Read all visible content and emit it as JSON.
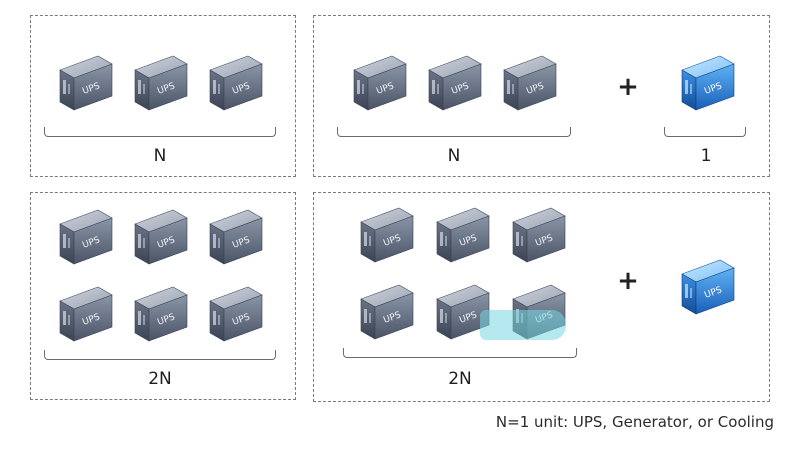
{
  "box_label": "UPS",
  "panels": {
    "n": {
      "count_label": "N"
    },
    "n_plus_1": {
      "count_label": "N",
      "plus": "+",
      "extra_label": "1"
    },
    "two_n": {
      "count_label": "2N"
    },
    "two_n_plus": {
      "count_label": "2N",
      "plus": "+"
    }
  },
  "footnote": "N=1 unit: UPS, Generator, or Cooling",
  "colors": {
    "ups_gray": "#5f6b80",
    "ups_blue": "#2a7fd6",
    "panel_border": "#7a7a7a"
  }
}
